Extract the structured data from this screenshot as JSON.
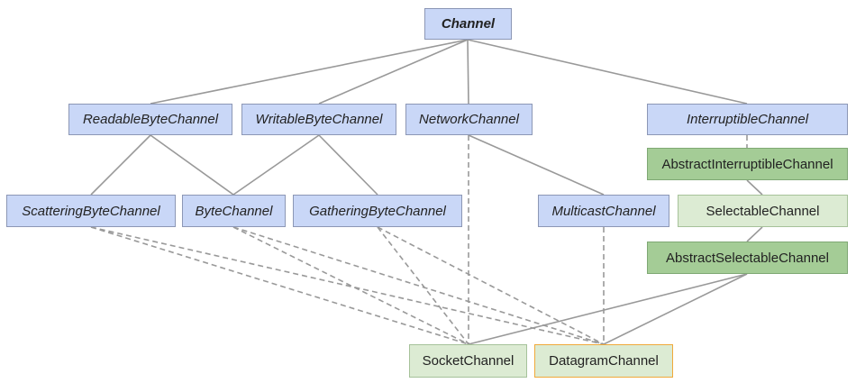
{
  "nodes": {
    "channel": "Channel",
    "readable": "ReadableByteChannel",
    "writable": "WritableByteChannel",
    "network": "NetworkChannel",
    "interruptible": "InterruptibleChannel",
    "abstract_interruptible": "AbstractInterruptibleChannel",
    "scattering": "ScatteringByteChannel",
    "byte": "ByteChannel",
    "gathering": "GatheringByteChannel",
    "multicast": "MulticastChannel",
    "selectable": "SelectableChannel",
    "abstract_selectable": "AbstractSelectableChannel",
    "socket": "SocketChannel",
    "datagram": "DatagramChannel"
  },
  "colors": {
    "interface_fill": "#c9d7f7",
    "abstract_fill": "#a4cc96",
    "concrete_fill": "#dcebd3",
    "highlight_border": "#f0a93a",
    "edge": "#999999"
  }
}
